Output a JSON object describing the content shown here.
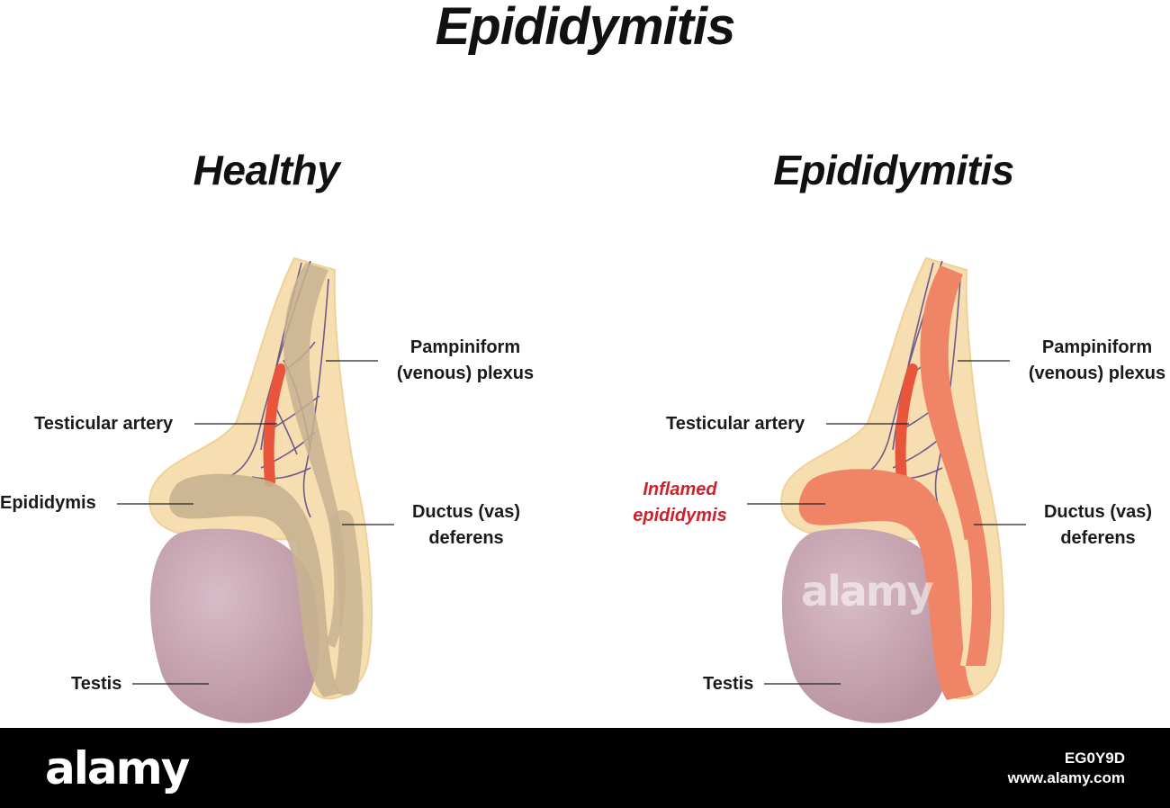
{
  "title": "Epididymitis",
  "panels": [
    {
      "heading": "Healthy",
      "labels": {
        "plexus_line1": "Pampiniform",
        "plexus_line2": "(venous) plexus",
        "artery": "Testicular artery",
        "epididymis": "Epididymis",
        "ductus_line1": "Ductus (vas)",
        "ductus_line2": "deferens",
        "testis": "Testis"
      }
    },
    {
      "heading": "Epididymitis",
      "labels": {
        "plexus_line1": "Pampiniform",
        "plexus_line2": "(venous) plexus",
        "artery": "Testicular artery",
        "epididymis_line1": "Inflamed",
        "epididymis_line2": "epididymis",
        "ductus_line1": "Ductus (vas)",
        "ductus_line2": "deferens",
        "testis": "Testis"
      }
    }
  ],
  "colors": {
    "skin": "#f6deb0",
    "testis": "#c9a6b4",
    "healthy_epididymis": "#c8b190",
    "inflamed": "#ef8466",
    "artery": "#e8553a",
    "veins": "#6f5a8c",
    "highlight_label": "#d0202a"
  },
  "footer": {
    "logo": "alamy",
    "image_id": "EG0Y9D",
    "site": "www.alamy.com"
  },
  "watermark": "alamy"
}
